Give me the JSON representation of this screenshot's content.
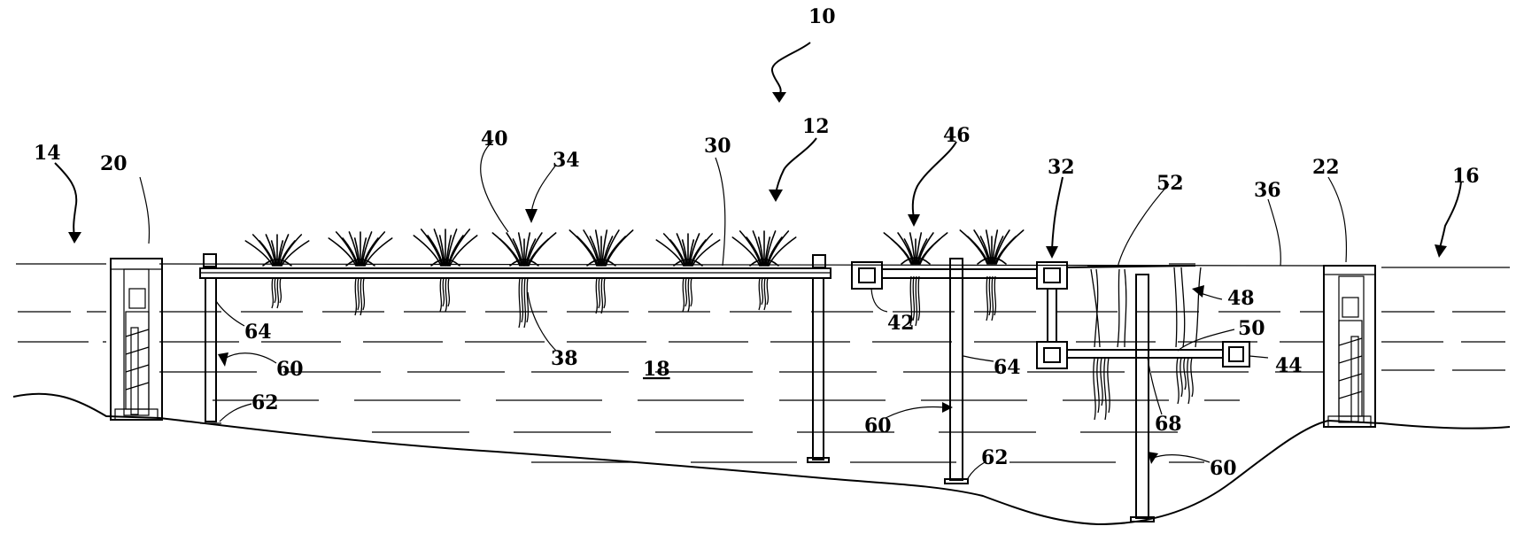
{
  "figure": {
    "labels": {
      "assembly": "10",
      "island_system": "12",
      "left_shore": "14",
      "right_shore": "16",
      "water_body": "18",
      "left_anchor": "20",
      "right_anchor": "22",
      "platform": "30",
      "hinged_platform": "32",
      "plant": "34",
      "tether_line": "36",
      "roots": "38",
      "growth_medium": "40",
      "left_float": "42",
      "right_float": "44",
      "vegetation_group": "46",
      "hanging_roots": "48",
      "lower_member": "50",
      "upper_member": "52",
      "support_post": "60",
      "post_foot": "62",
      "post_shaft": "64",
      "submerged_post": "68"
    }
  }
}
